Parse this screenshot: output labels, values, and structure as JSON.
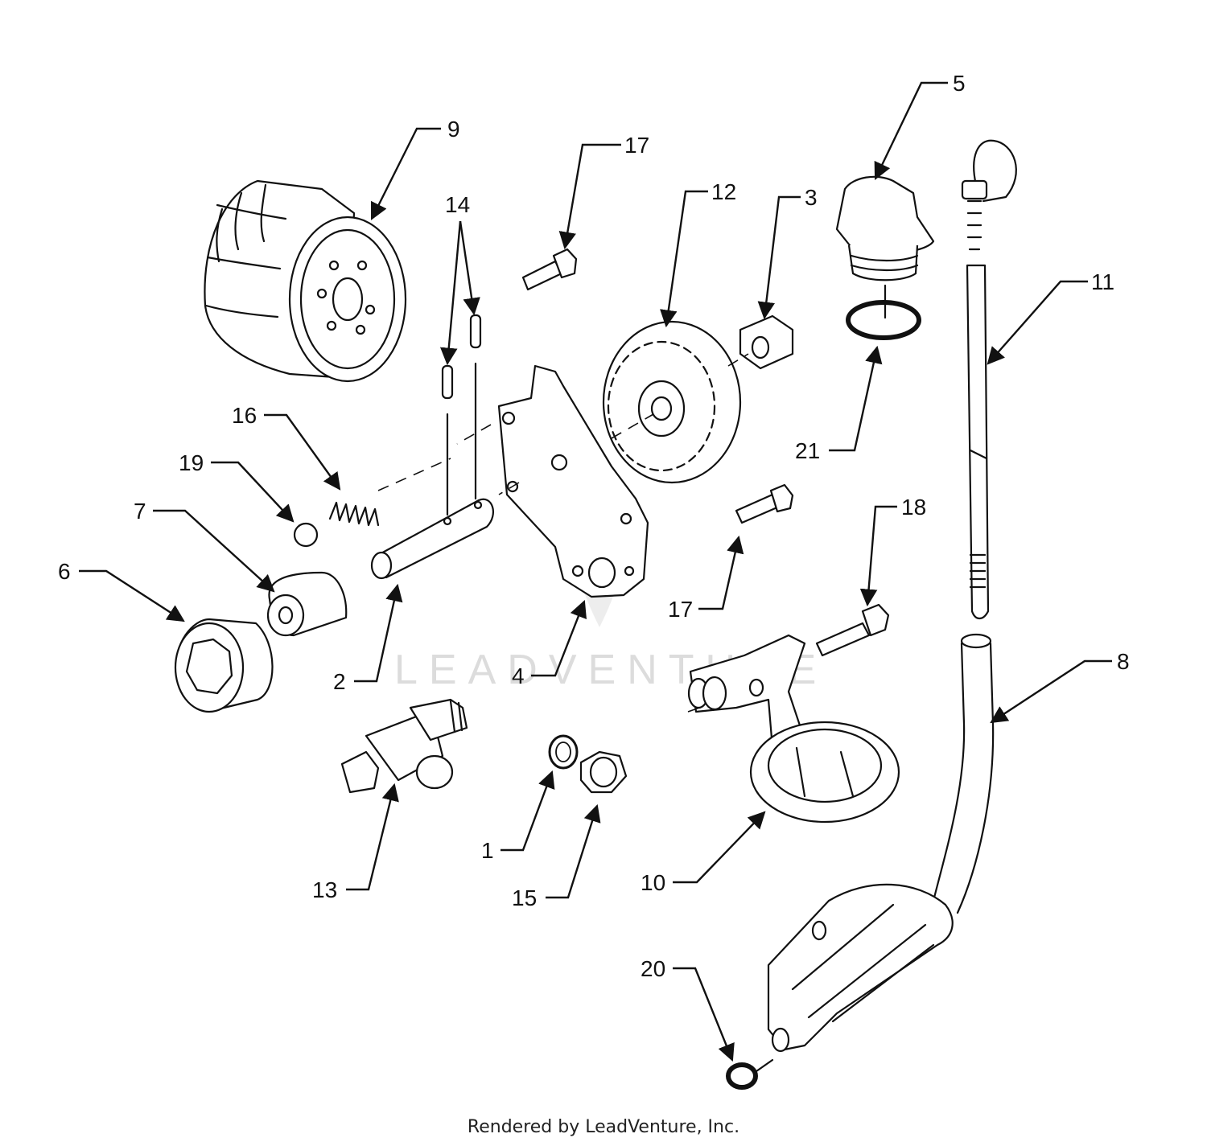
{
  "watermark": "LEADVENTURE",
  "footer": "Rendered by LeadVenture, Inc.",
  "callouts": [
    {
      "id": "c1",
      "label": "1"
    },
    {
      "id": "c2",
      "label": "2"
    },
    {
      "id": "c3",
      "label": "3"
    },
    {
      "id": "c4",
      "label": "4"
    },
    {
      "id": "c5",
      "label": "5"
    },
    {
      "id": "c6",
      "label": "6"
    },
    {
      "id": "c7",
      "label": "7"
    },
    {
      "id": "c8",
      "label": "8"
    },
    {
      "id": "c9",
      "label": "9"
    },
    {
      "id": "c10",
      "label": "10"
    },
    {
      "id": "c11",
      "label": "11"
    },
    {
      "id": "c12",
      "label": "12"
    },
    {
      "id": "c13",
      "label": "13"
    },
    {
      "id": "c14",
      "label": "14"
    },
    {
      "id": "c15",
      "label": "15"
    },
    {
      "id": "c16",
      "label": "16"
    },
    {
      "id": "c17a",
      "label": "17"
    },
    {
      "id": "c17b",
      "label": "17"
    },
    {
      "id": "c18",
      "label": "18"
    },
    {
      "id": "c19",
      "label": "19"
    },
    {
      "id": "c20",
      "label": "20"
    },
    {
      "id": "c21",
      "label": "21"
    }
  ]
}
